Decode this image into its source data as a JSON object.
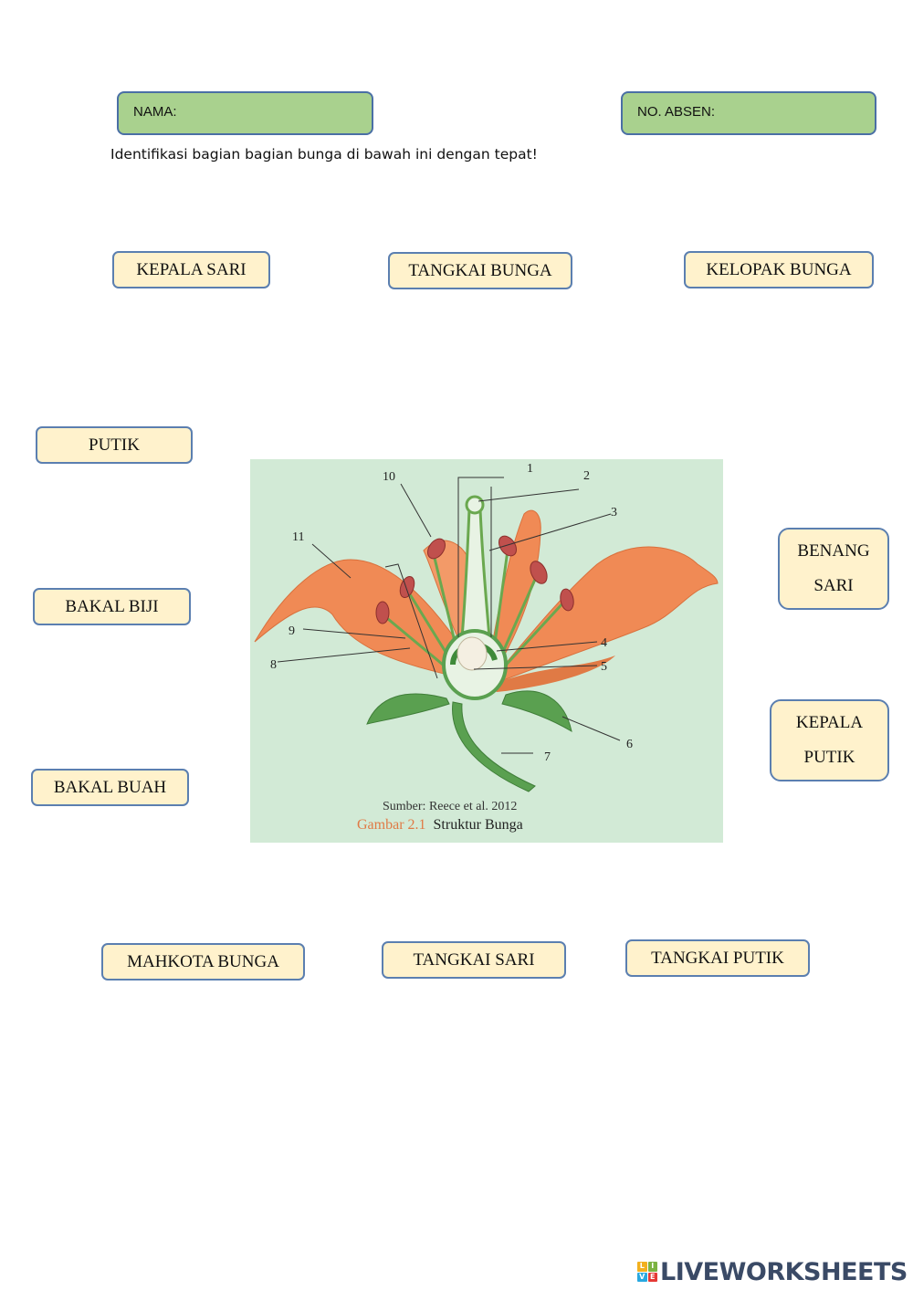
{
  "header": {
    "name_label": "NAMA:",
    "absen_label": "NO. ABSEN:",
    "instruction": "Identifikasi bagian bagian bunga di bawah ini dengan tepat!"
  },
  "labels": {
    "kepala_sari": "KEPALA SARI",
    "tangkai_bunga": "TANGKAI BUNGA",
    "kelopak_bunga": "KELOPAK BUNGA",
    "putik": "PUTIK",
    "bakal_biji": "BAKAL BIJI",
    "bakal_buah": "BAKAL BUAH",
    "benang_sari_1": "BENANG",
    "benang_sari_2": "SARI",
    "kepala_putik_1": "KEPALA",
    "kepala_putik_2": "PUTIK",
    "mahkota_bunga": "MAHKOTA BUNGA",
    "tangkai_sari": "TANGKAI SARI",
    "tangkai_putik": "TANGKAI PUTIK"
  },
  "figure": {
    "numbers": [
      "1",
      "2",
      "3",
      "4",
      "5",
      "6",
      "7",
      "8",
      "9",
      "10",
      "11"
    ],
    "source": "Sumber: Reece et al. 2012",
    "caption_prefix": "Gambar 2.1",
    "caption_title": "Struktur Bunga",
    "colors": {
      "background": "#d2ead6",
      "petal": "#f08a55",
      "leaf": "#5aa050",
      "anther": "#c0504d"
    }
  },
  "footer": {
    "brand": "LIVEWORKSHEETS",
    "logo_letters": [
      "L",
      "I",
      "V",
      "E"
    ]
  }
}
